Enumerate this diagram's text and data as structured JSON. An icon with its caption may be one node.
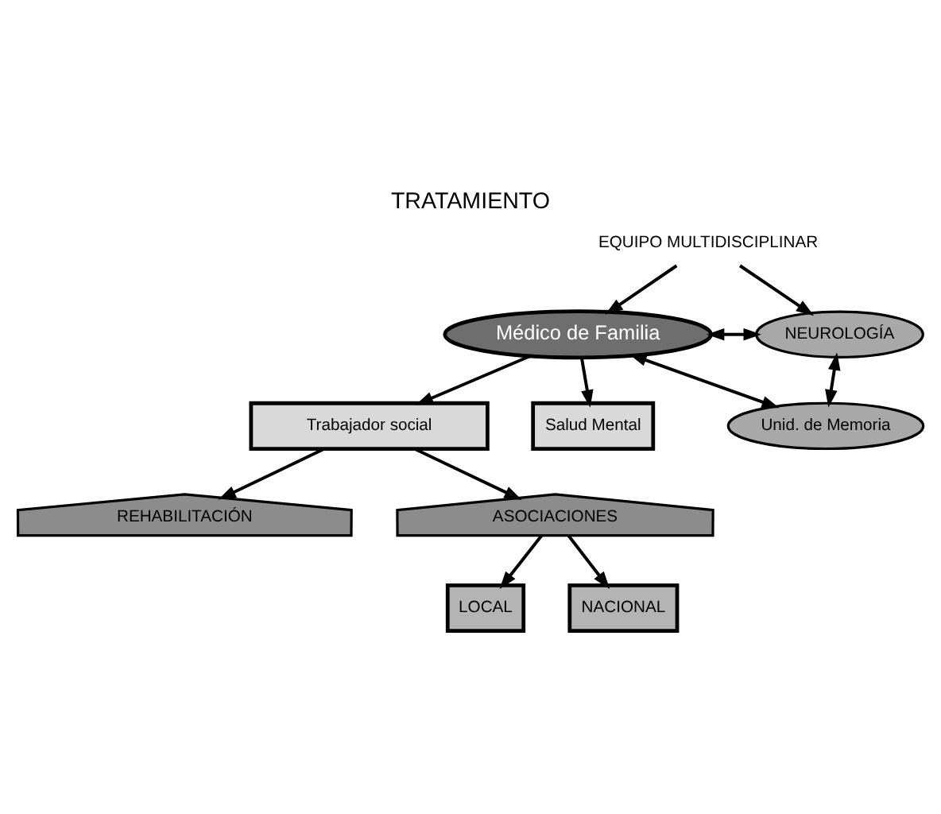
{
  "diagram": {
    "title": "TRATAMIENTO",
    "nodes": [
      {
        "text": [
          "EQUIPO MULTIDISCIPLINAR"
        ]
      },
      {
        "text": [
          "Médico de Familia"
        ]
      },
      {
        "text": [
          "NEUROLOGÍA"
        ]
      },
      {
        "text": [
          "Unid. de Memoria"
        ]
      },
      {
        "text": [
          "Trabajador social"
        ]
      },
      {
        "text": [
          "Salud Mental"
        ]
      },
      {
        "text": [
          "REHABILITACIÓN"
        ]
      },
      {
        "text": [
          "ASOCIACIONES"
        ]
      },
      {
        "text": [
          "LOCAL"
        ]
      },
      {
        "text": [
          "NACIONAL"
        ]
      }
    ],
    "edges": [
      {
        "from": 0,
        "to": 1,
        "arrow": "to"
      },
      {
        "from": 0,
        "to": 2,
        "arrow": "to"
      },
      {
        "from": 1,
        "to": 2,
        "arrow": "both"
      },
      {
        "from": 1,
        "to": 3,
        "arrow": "both"
      },
      {
        "from": 2,
        "to": 3,
        "arrow": "both"
      },
      {
        "from": 1,
        "to": 4,
        "arrow": "to"
      },
      {
        "from": 1,
        "to": 5,
        "arrow": "to"
      },
      {
        "from": 4,
        "to": 6,
        "arrow": "to"
      },
      {
        "from": 4,
        "to": 7,
        "arrow": "to"
      },
      {
        "from": 7,
        "to": 8,
        "arrow": "to"
      },
      {
        "from": 7,
        "to": 9,
        "arrow": "to"
      }
    ]
  }
}
